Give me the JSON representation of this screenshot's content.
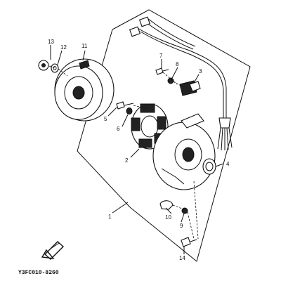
{
  "callouts": [
    {
      "id": "c1",
      "text": "1"
    },
    {
      "id": "c2",
      "text": "2"
    },
    {
      "id": "c3",
      "text": "3"
    },
    {
      "id": "c4",
      "text": "4"
    },
    {
      "id": "c5",
      "text": "5"
    },
    {
      "id": "c6",
      "text": "6"
    },
    {
      "id": "c7",
      "text": "7"
    },
    {
      "id": "c8",
      "text": "8"
    },
    {
      "id": "c9",
      "text": "9"
    },
    {
      "id": "c10",
      "text": "10"
    },
    {
      "id": "c11",
      "text": "11"
    },
    {
      "id": "c12",
      "text": "12"
    },
    {
      "id": "c13",
      "text": "13"
    },
    {
      "id": "c14",
      "text": "14"
    }
  ],
  "diagram_code": "Y3FC010-8260"
}
